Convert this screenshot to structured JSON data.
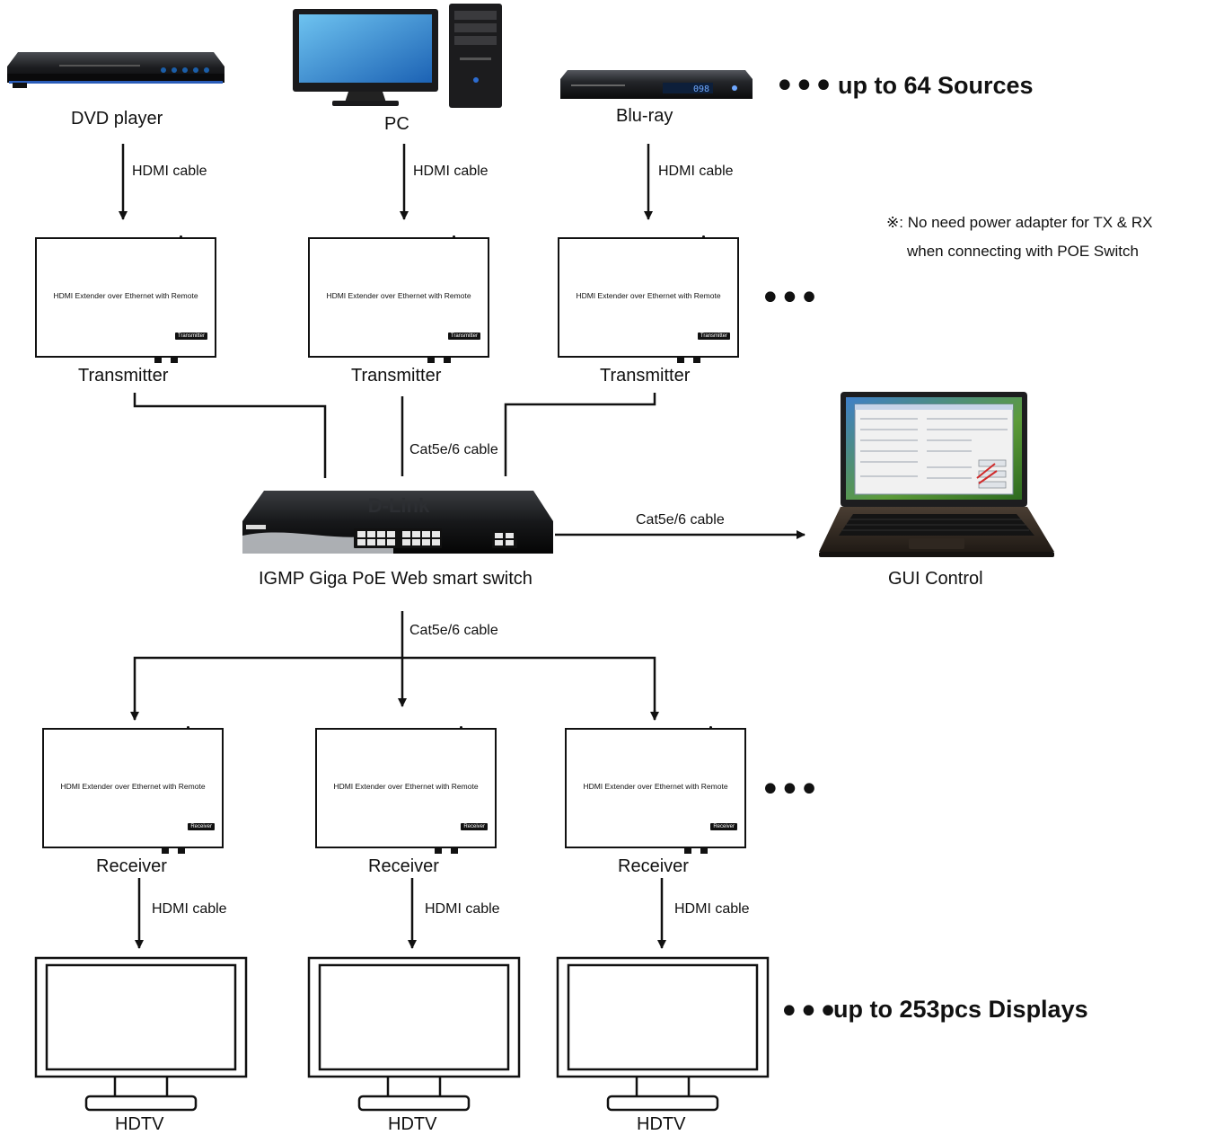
{
  "sources": {
    "dvd": "DVD player",
    "pc": "PC",
    "bluray": "Blu-ray",
    "bluray_display": "098",
    "count_label": "up to 64 Sources"
  },
  "cable_hdmi": "HDMI cable",
  "cable_cat": "Cat5e/6 cable",
  "note": {
    "line1": "※: No need power adapter for TX & RX",
    "line2": "when connecting with POE Switch"
  },
  "extender": {
    "title": "HDMI Extender over Ethernet with Remote",
    "tx_tag": "Transmitter",
    "rx_tag": "Receiver",
    "tx_label": "Transmitter",
    "rx_label": "Receiver"
  },
  "switch": {
    "label": "IGMP Giga PoE Web smart switch",
    "brand": "D-Link"
  },
  "laptop": {
    "label": "GUI Control"
  },
  "displays": {
    "label": "HDTV",
    "count_label": "up to 253pcs Displays"
  },
  "ellipsis": "•••"
}
